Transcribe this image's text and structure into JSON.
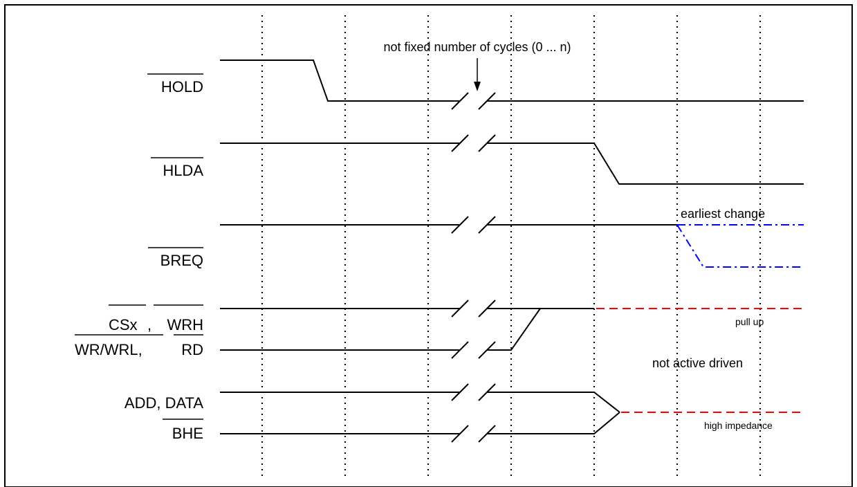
{
  "signals": {
    "hold": "HOLD",
    "hlda": "HLDA",
    "breq": "BREQ",
    "csx": "CSx",
    "comma1": ",",
    "wrh": "WRH",
    "wr_wrl": "WR/WRL,",
    "rd": "RD",
    "add_data": "ADD, DATA",
    "bhe": "BHE"
  },
  "annotations": {
    "cycles": "not fixed number of cycles (0 ... n)",
    "earliest_change": "earliest change",
    "pull_up": "pull up",
    "not_active_driven": "not active driven",
    "high_impedance": "high impedance"
  },
  "colors": {
    "signal": "#000000",
    "earliest_change": "#0000ff",
    "tristate": "#ff0000"
  }
}
